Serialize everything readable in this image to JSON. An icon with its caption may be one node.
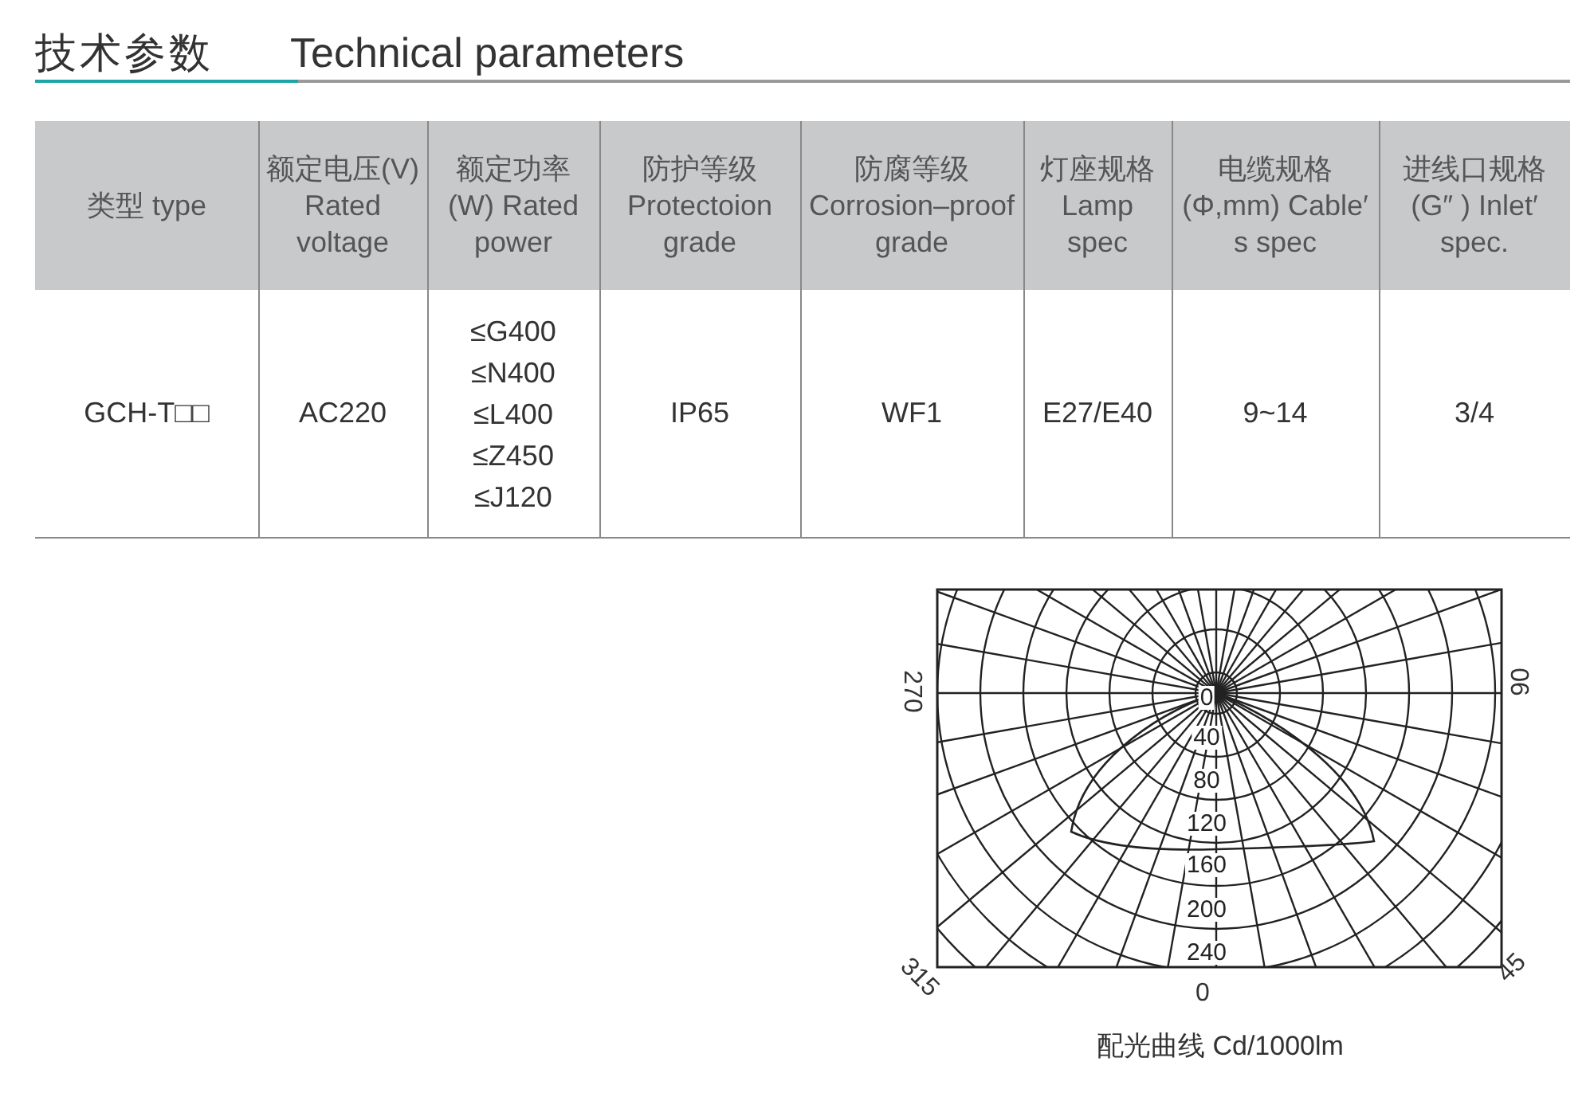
{
  "diagram": {
    "title": "技术参数",
    "labels": [
      "Technical parameters",
      "类型 type",
      "额定电压(V) Rated voltage",
      "额定功率(W) Rated power",
      "防护等级 Protectoion grade",
      "防腐等级 Corrosion–proof grade",
      "灯座规格 Lamp spec",
      "电缆规格 (Φ,mm) Cable′ s spec",
      "进线口规格(G″ ) Inlet′ spec.",
      "GCH-T□□",
      "AC220",
      "≤G400",
      "≤N400",
      "≤L400",
      "≤Z450",
      "≤J120",
      "IP65",
      "WF1",
      "E27/E40",
      "9~14",
      "3/4",
      "270",
      "90",
      "0",
      "40",
      "80",
      "120",
      "160",
      "200",
      "240",
      "315",
      "0",
      "45",
      "配光曲线 Cd/1000lm"
    ]
  }
}
